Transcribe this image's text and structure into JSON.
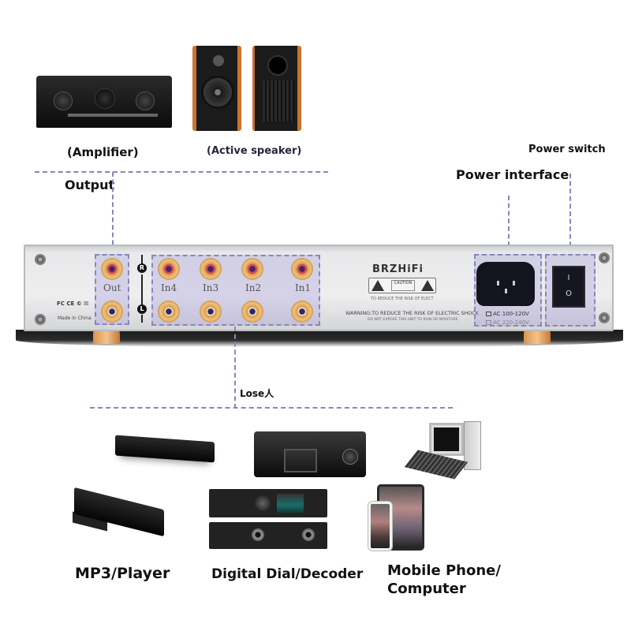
{
  "top_section": {
    "devices": [
      {
        "id": "amplifier",
        "caption": "(Amplifier)"
      },
      {
        "id": "active-speaker",
        "caption": "(Active speaker)"
      }
    ],
    "output_label": "Output",
    "power_interface_label": "Power interface",
    "power_switch_label": "Power switch"
  },
  "panel": {
    "brand": "BRZHiFi",
    "channel_badges": {
      "right": "R",
      "left": "L"
    },
    "output_jack_label": "Out",
    "input_jack_labels": [
      "In4",
      "In3",
      "In2",
      "In1"
    ],
    "caution_text": "CAUTION",
    "caution_fine_print": "TO REDUCE THE RISK OF ELECTRICAL SHOCK, DO NOT OPEN THE UNIT",
    "warning_text": "WARNING:TO REDUCE THE RISK OF ELECTRIC SHOCK",
    "warning_subtext": "DO NOT EXPOSE THIS UNIT TO RAIN OR MOISTURE.",
    "certifications": "FC CE © ☒",
    "origin_text": "Made in China",
    "voltage_options": [
      "AC 100-120V",
      "AC 220-240V"
    ],
    "switch_symbols": {
      "on": "I",
      "off": "O"
    }
  },
  "bottom_section": {
    "lose_label": "Lose人",
    "categories": [
      {
        "id": "mp3-player",
        "caption": "MP3/Player"
      },
      {
        "id": "digital-decoder",
        "caption": "Digital Dial/Decoder"
      },
      {
        "id": "mobile-computer",
        "caption": "Mobile Phone/\nComputer",
        "caption_lines": [
          "Mobile Phone/",
          "Computer"
        ]
      }
    ]
  },
  "colors": {
    "dash_line": "#8a86bd",
    "zone_fill": "#c8c3ea",
    "label_text": "#111111",
    "speaker_wood": "#c8742e",
    "rca_gold": "#d79a4e"
  }
}
